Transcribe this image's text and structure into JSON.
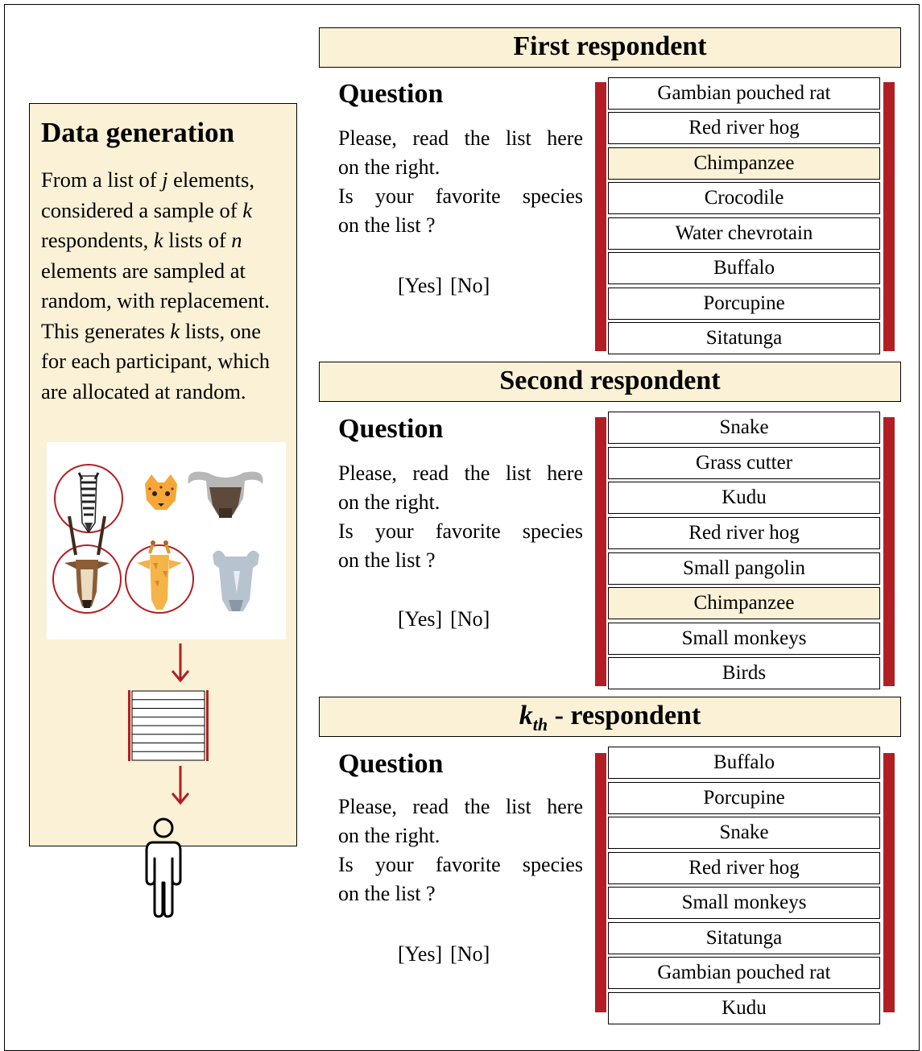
{
  "data_generation": {
    "title": "Data generation",
    "description_parts": [
      "From a list of ",
      "j",
      " elements, considered a sample of ",
      "k",
      " respondents, ",
      "k",
      " lists of ",
      "n",
      " elements are sampled at random, with replacement. This generates ",
      "k",
      " lists, one for each participant, which are allocated at random."
    ],
    "icons": [
      "zebra-icon",
      "cheetah-icon",
      "buffalo-icon",
      "antelope-icon",
      "giraffe-icon",
      "rhino-icon",
      "list-icon",
      "person-icon"
    ],
    "accent_color": "#b11e23"
  },
  "question": {
    "title": "Question",
    "line1": "Please, read the list here",
    "line2": "on the right.",
    "line3": "Is your favorite species",
    "line4": "on the list ?",
    "yes": "[Yes]",
    "no": "[No]"
  },
  "respondents": [
    {
      "title": "First respondent",
      "items": [
        "Gambian pouched rat",
        "Red river hog",
        "Chimpanzee",
        "Crocodile",
        "Water chevrotain",
        "Buffalo",
        "Porcupine",
        "Sitatunga"
      ],
      "highlighted": "Chimpanzee"
    },
    {
      "title": "Second respondent",
      "items": [
        "Snake",
        "Grass cutter",
        "Kudu",
        "Red river hog",
        "Small pangolin",
        "Chimpanzee",
        "Small monkeys",
        "Birds"
      ],
      "highlighted": "Chimpanzee"
    },
    {
      "title_k": "k",
      "title_sub": "th",
      "title_rest": " - respondent",
      "items": [
        "Buffalo",
        "Porcupine",
        "Snake",
        "Red river hog",
        "Small monkeys",
        "Sitatunga",
        "Gambian pouched rat",
        "Kudu"
      ],
      "highlighted": ""
    }
  ],
  "colors": {
    "panel_fill": "#fbf1d6",
    "bar_red": "#b11e23"
  }
}
